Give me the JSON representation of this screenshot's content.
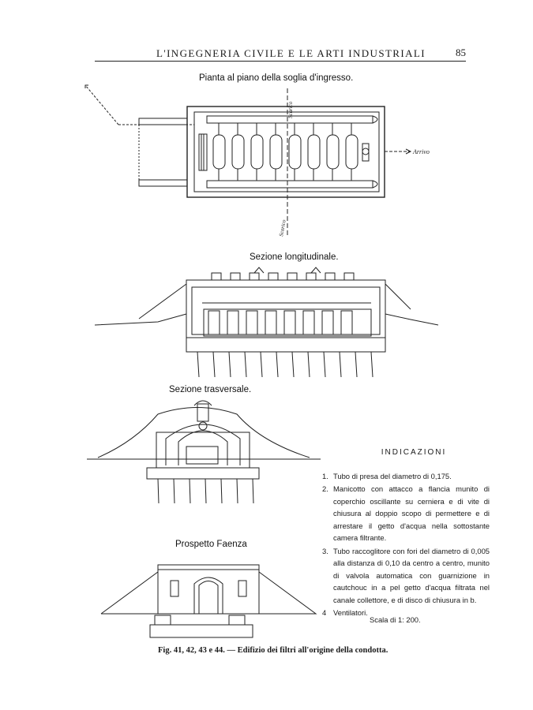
{
  "header": {
    "title": "L'INGEGNERIA CIVILE E LE ARTI INDUSTRIALI",
    "page_number": "85"
  },
  "figures": {
    "plan_title": "Pianta al piano della soglia d'ingresso.",
    "longitudinal_title": "Sezione longitudinale.",
    "transverse_title": "Sezione trasversale.",
    "facade_title": "Prospetto Faenza"
  },
  "plan_labels": {
    "inlet": "Arrivo",
    "outlet_top": "Scarico",
    "outlet_bottom": "Scarico"
  },
  "legend": {
    "title": "INDICAZIONI",
    "items": [
      {
        "num": "1.",
        "text": "Tubo di presa del diametro di 0,175."
      },
      {
        "num": "2.",
        "text": "Manicotto con attacco a flancia munito di coperchio oscillante su cerniera e di vite di chiusura al doppio scopo di permettere e di arrestare il getto d'acqua nella sottostante camera filtrante."
      },
      {
        "num": "3.",
        "text": "Tubo raccoglitore con fori del diametro di 0,005 alla distanza di 0,10 da centro a centro, munito di valvola automatica con guarnizione in cautchouc in a pel getto d'acqua filtrata nel canale collettore, e di disco di chiusura in b."
      },
      {
        "num": "4",
        "text": "Ventilatori."
      }
    ],
    "scale": "Scala di 1: 200."
  },
  "caption": "Fig. 41, 42, 43 e 44. — Edifizio dei filtri all'origine della condotta."
}
